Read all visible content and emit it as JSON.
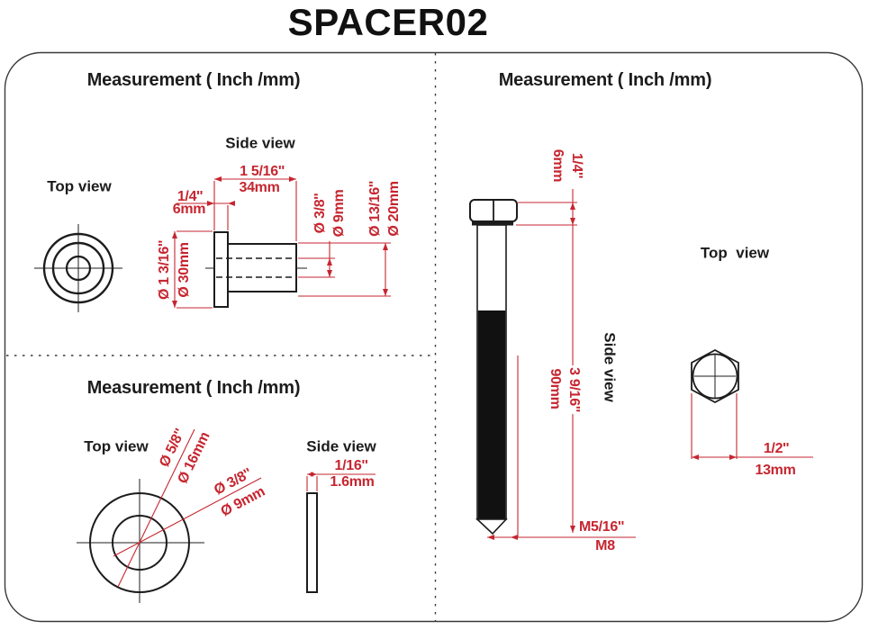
{
  "title": "SPACER02",
  "colors": {
    "dimension_red": "#c62630",
    "drawing_black": "#1c1c1c"
  },
  "p1": {
    "header": "Measurement ( Inch /mm)",
    "top_view": "Top view",
    "side_view": "Side view",
    "dim_length_in": "1 5/16''",
    "dim_length_mm": "34mm",
    "dim_flange_in": "1/4''",
    "dim_flange_mm": "6mm",
    "dim_flange_od_in": "Ø 1 3/16''",
    "dim_flange_od_mm": "Ø 30mm",
    "dim_bore_in": "Ø 3/8''",
    "dim_bore_mm": "Ø 9mm",
    "dim_body_od_in": "Ø 13/16''",
    "dim_body_od_mm": "Ø 20mm"
  },
  "p2": {
    "header": "Measurement ( Inch /mm)",
    "top_view": "Top view",
    "side_view": "Side view",
    "dim_od_in": "Ø 5/8''",
    "dim_od_mm": "Ø 16mm",
    "dim_id_in": "Ø 3/8''",
    "dim_id_mm": "Ø 9mm",
    "dim_thickness_in": "1/16''",
    "dim_thickness_mm": "1.6mm"
  },
  "p3": {
    "header": "Measurement ( Inch /mm)",
    "top_view": "Top  view",
    "side_view": "Side view",
    "dim_head_in": "1/4''",
    "dim_head_mm": "6mm",
    "dim_length_in": "3 9/16''",
    "dim_length_mm": "90mm",
    "dim_thread_in": "M5/16''",
    "dim_thread_mm": "M8",
    "dim_hex_in": "1/2''",
    "dim_hex_mm": "13mm"
  }
}
